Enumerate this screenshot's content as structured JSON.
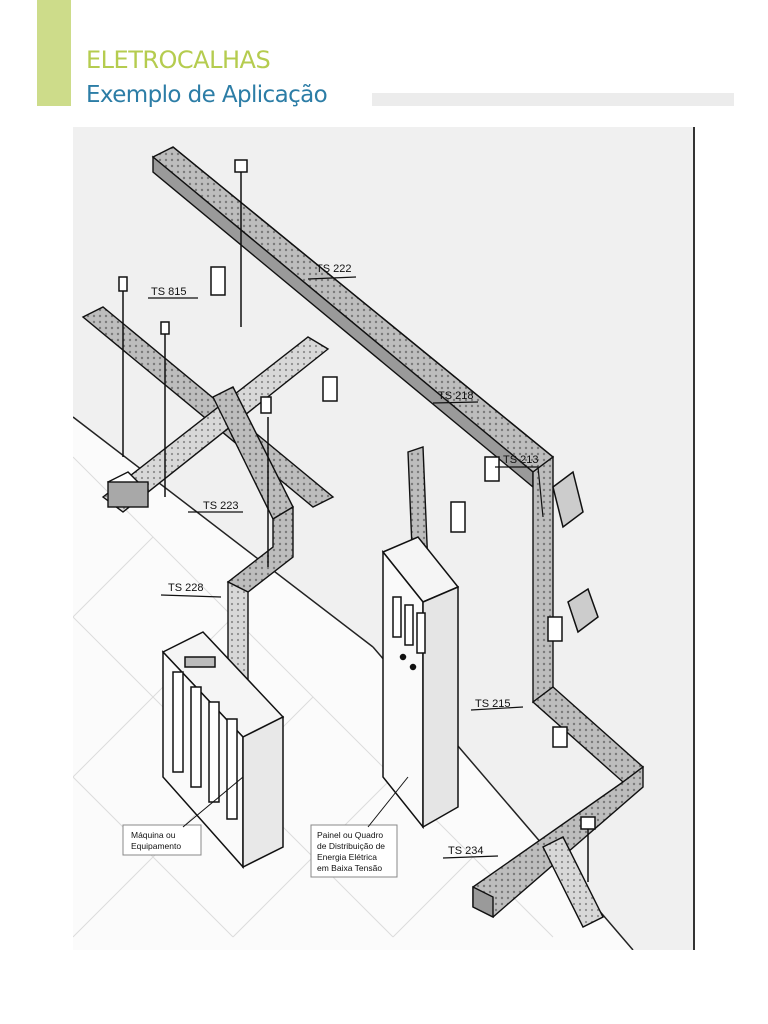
{
  "header": {
    "title": "ELETROCALHAS",
    "subtitle": "Exemplo de Aplicação"
  },
  "colors": {
    "accent_green": "#cddc8a",
    "title_green": "#b5cc4f",
    "subtitle_blue": "#2c7da6",
    "rule_gray": "#ececec"
  },
  "diagram": {
    "labels": {
      "ts815": "TS 815",
      "ts222": "TS 222",
      "ts218": "TS 218",
      "ts213": "TS 213",
      "ts223": "TS 223",
      "ts228": "TS 228",
      "ts215": "TS 215",
      "ts234": "TS 234"
    },
    "machine_box": {
      "line1": "Máquina ou",
      "line2": "Equipamento"
    },
    "panel_box": {
      "line1": "Painel ou Quadro",
      "line2": "de Distribuição de",
      "line3": "Energia Elétrica",
      "line4": "em Baixa Tensão"
    }
  }
}
